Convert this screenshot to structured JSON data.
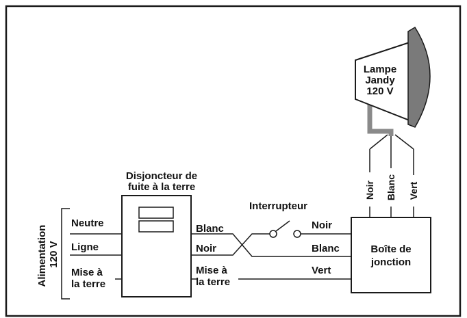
{
  "colors": {
    "line": "#1a1a1a",
    "lamp_cable": "#8a8a8a",
    "lamp_lens": "#7a7a7a",
    "lamp_lens_edge": "#c8c8c8",
    "background": "#ffffff"
  },
  "power_supply": {
    "label_line1": "Alimentation",
    "label_line2": "120 V",
    "terminals": {
      "neutral": "Neutre",
      "line": "Ligne",
      "ground_line1": "Mise à",
      "ground_line2": "la terre"
    }
  },
  "gfci": {
    "title_line1": "Disjoncteur de",
    "title_line2": "fuite à la terre",
    "outputs": {
      "white": "Blanc",
      "black": "Noir",
      "ground_line1": "Mise à",
      "ground_line2": "la terre"
    }
  },
  "switch": {
    "label": "Interrupteur"
  },
  "wires_to_junction": {
    "black": "Noir",
    "white": "Blanc",
    "green": "Vert"
  },
  "junction_box": {
    "label_line1": "Boîte de",
    "label_line2": "jonction"
  },
  "lamp": {
    "label_line1": "Lampe",
    "label_line2": "Jandy",
    "label_line3": "120 V",
    "wires": {
      "black": "Noir",
      "white": "Blanc",
      "green": "Vert"
    }
  }
}
